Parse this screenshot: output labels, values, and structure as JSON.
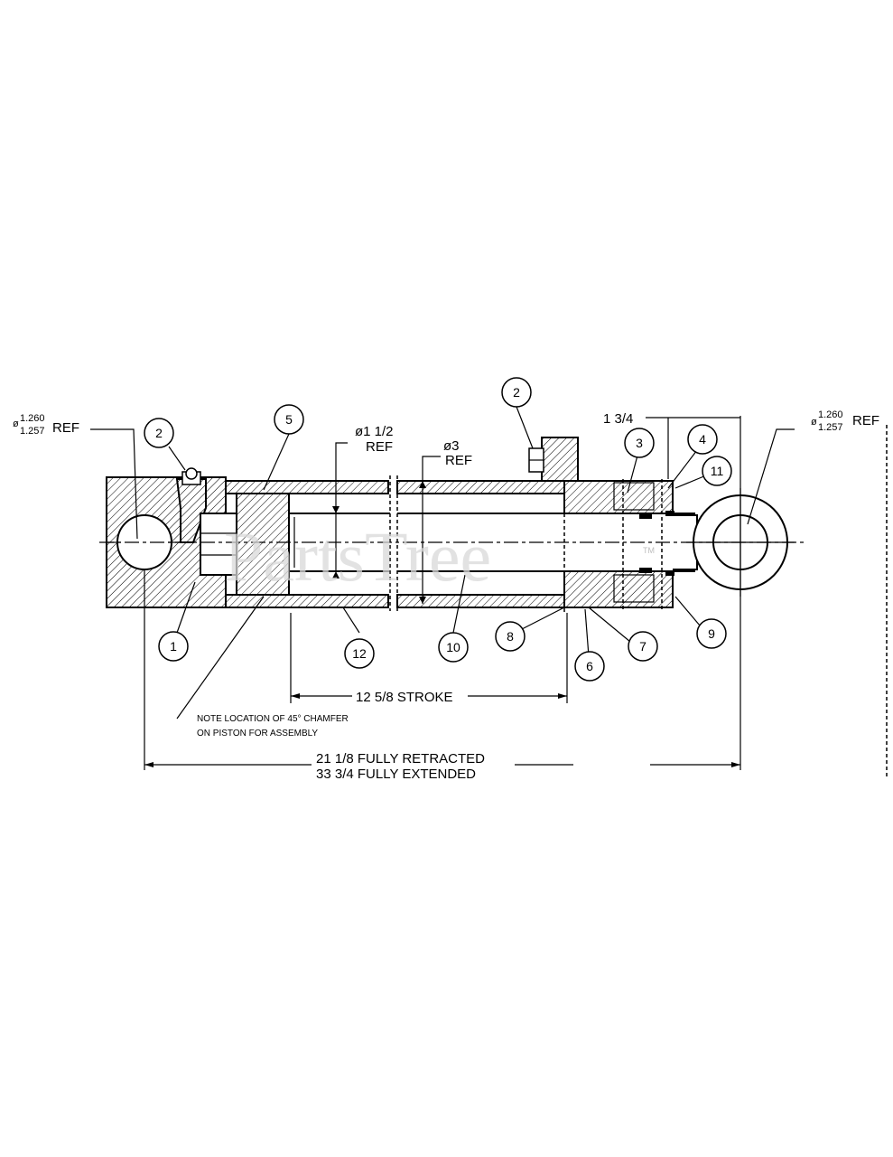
{
  "diagram": {
    "callouts": [
      "1",
      "2",
      "2",
      "3",
      "4",
      "5",
      "6",
      "7",
      "8",
      "9",
      "10",
      "11",
      "12"
    ],
    "dimensions": {
      "pin_left_top": "1.260",
      "pin_left_bottom": "1.257",
      "pin_left_ref": "REF",
      "pin_right_top": "1.260",
      "pin_right_bottom": "1.257",
      "pin_right_ref": "REF",
      "diameter_symbol": "ø",
      "rod_diameter": "ø1 1/2",
      "rod_ref": "REF",
      "bore_diameter": "ø3",
      "bore_ref": "REF",
      "gland_length": "1 3/4",
      "stroke": "12 5/8 STROKE",
      "retracted": "21 1/8  FULLY RETRACTED",
      "extended": "33 3/4  FULLY EXTENDED"
    },
    "note_line1": "NOTE LOCATION OF 45° CHAMFER",
    "note_line2": "ON PISTON FOR ASSEMBLY",
    "watermark": "PartsTree",
    "watermark_tm": "TM"
  }
}
